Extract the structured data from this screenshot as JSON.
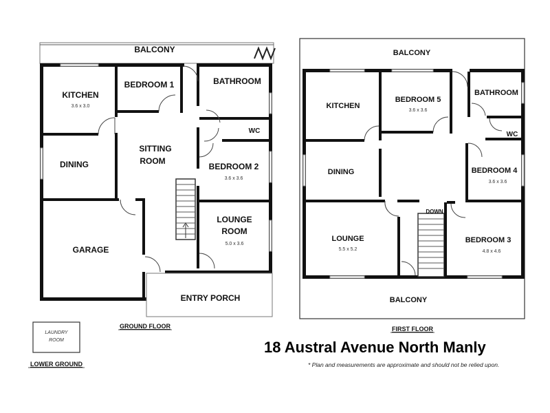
{
  "address": "18 Austral Avenue North Manly",
  "disclaimer": "* Plan and measurements are approximate and should not be relied upon.",
  "floors": {
    "ground": {
      "name": "GROUND FLOOR",
      "rooms": {
        "balcony": "BALCONY",
        "kitchen": "KITCHEN",
        "kitchen_dim": "3.6 x 3.0",
        "bedroom1": "BEDROOM 1",
        "bathroom": "BATHROOM",
        "wc": "WC",
        "dining": "DINING",
        "sitting1": "SITTING",
        "sitting2": "ROOM",
        "bedroom2": "BEDROOM 2",
        "bedroom2_dim": "3.6 x 3.6",
        "garage": "GARAGE",
        "lounge1": "LOUNGE",
        "lounge2": "ROOM",
        "lounge_dim": "5.0 x 3.6",
        "entry": "ENTRY PORCH"
      }
    },
    "first": {
      "name": "FIRST FLOOR",
      "rooms": {
        "balcony_top": "BALCONY",
        "kitchen": "KITCHEN",
        "bedroom5": "BEDROOM 5",
        "bedroom5_dim": "3.6 x 3.6",
        "bathroom": "BATHROOM",
        "wc": "WC",
        "dining": "DINING",
        "bedroom4": "BEDROOM 4",
        "bedroom4_dim": "3.6 x 3.6",
        "down": "DOWN",
        "lounge": "LOUNGE",
        "lounge_dim": "5.5 x 5.2",
        "bedroom3": "BEDROOM 3",
        "bedroom3_dim": "4.8 x 4.6",
        "balcony_bottom": "BALCONY"
      }
    },
    "lower": {
      "name": "LOWER GROUND",
      "rooms": {
        "laundry1": "LAUNDRY",
        "laundry2": "ROOM"
      }
    }
  }
}
